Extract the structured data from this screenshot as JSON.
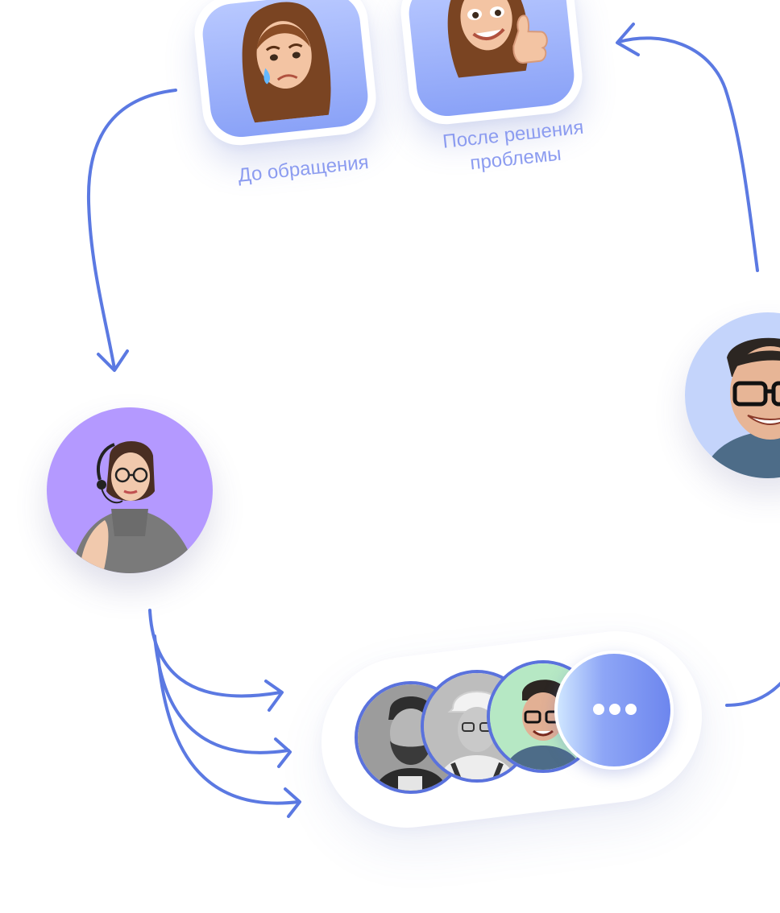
{
  "flow": {
    "state_before": {
      "label": "До обращения"
    },
    "state_after": {
      "label_line1": "После решения",
      "label_line2": "проблемы"
    },
    "support_agent": {
      "role": "support-operator"
    },
    "client": {
      "role": "client"
    },
    "executors": {
      "count_visible": 3,
      "more_glyph": "•••"
    }
  },
  "colors": {
    "arrow": "#5b79e2",
    "caption": "#8c9cf0",
    "card_gradient_top": "#b8c8ff",
    "card_gradient_bottom": "#8aa2f7",
    "agent_bg": "#b499ff",
    "client_bg": "#c4d4fb",
    "worker_border": "#5a72dd"
  }
}
